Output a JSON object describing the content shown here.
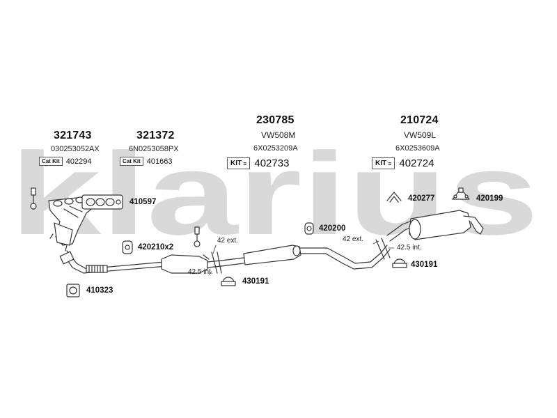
{
  "watermark_text": "klarius",
  "colors": {
    "watermark": "#d9d9d9",
    "line": "#333333",
    "background": "#ffffff"
  },
  "groups": [
    {
      "part_number": "321743",
      "subtitle": "",
      "oe_code": "030253052AX",
      "kit_label": "Cat Kit",
      "kit_number": "402294"
    },
    {
      "part_number": "321372",
      "subtitle": "",
      "oe_code": "6N0253058PX",
      "kit_label": "Cat Kit",
      "kit_number": "401663"
    },
    {
      "part_number": "230785",
      "subtitle": "VW508M",
      "oe_code": "6X0253209A",
      "kit_label": "KIT",
      "kit_number": "402733"
    },
    {
      "part_number": "210724",
      "subtitle": "VW509L",
      "oe_code": "6X0253609A",
      "kit_label": "KIT",
      "kit_number": "402724"
    }
  ],
  "components": [
    {
      "id": "gasket_manifold",
      "label": "410597",
      "icon": "manifold-gasket-icon"
    },
    {
      "id": "mount_front",
      "label": "420210x2",
      "icon": "rubber-mount-icon"
    },
    {
      "id": "ring_gasket",
      "label": "410323",
      "icon": "ring-gasket-icon"
    },
    {
      "id": "mount_mid",
      "label": "420200",
      "icon": "rubber-mount-icon"
    },
    {
      "id": "clamp_mid",
      "label": "430191",
      "icon": "clamp-icon"
    },
    {
      "id": "bracket_rear",
      "label": "420277",
      "icon": "bracket-icon"
    },
    {
      "id": "hanger_rear",
      "label": "420199",
      "icon": "hanger-icon"
    },
    {
      "id": "clamp_rear",
      "label": "430191",
      "icon": "clamp-icon"
    }
  ],
  "dimensions": {
    "front_ext": "42 ext.",
    "front_int": "42.5 int.",
    "rear_ext": "42 ext.",
    "rear_int": "42.5 int."
  }
}
